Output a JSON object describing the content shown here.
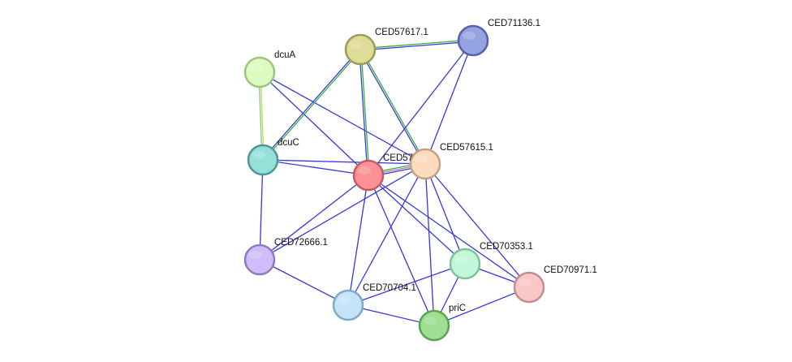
{
  "nodes": [
    {
      "id": "dcuA",
      "label": "dcuA",
      "fill": "#ddfbc0",
      "stroke": "#9dc47c"
    },
    {
      "id": "CED57617.1",
      "label": "CED57617.1",
      "fill": "#dedc96",
      "stroke": "#9e9a55"
    },
    {
      "id": "CED71136.1",
      "label": "CED71136.1",
      "fill": "#96a3e3",
      "stroke": "#5661a8"
    },
    {
      "id": "dcuC",
      "label": "dcuC",
      "fill": "#95e0d8",
      "stroke": "#4c9993"
    },
    {
      "id": "CED57_center",
      "label": "CED57",
      "fill": "#fb9196",
      "stroke": "#c35a5d"
    },
    {
      "id": "CED57615.1",
      "label": "CED57615.1",
      "fill": "#fcdcbc",
      "stroke": "#c6a17e"
    },
    {
      "id": "CED72666.1",
      "label": "CED72666.1",
      "fill": "#cfbcf8",
      "stroke": "#8e7cc0"
    },
    {
      "id": "CED70353.1",
      "label": "CED70353.1",
      "fill": "#c3f7d8",
      "stroke": "#7fc39b"
    },
    {
      "id": "CED70971.1",
      "label": "CED70971.1",
      "fill": "#f8c7c8",
      "stroke": "#c48b8c"
    },
    {
      "id": "CED70704.1",
      "label": "CED70704.1",
      "fill": "#c3e4f8",
      "stroke": "#7fa9c6"
    },
    {
      "id": "priC",
      "label": "priC",
      "fill": "#9edf93",
      "stroke": "#5ca351"
    }
  ],
  "edges": [
    {
      "source": "dcuA",
      "target": "dcuC",
      "colors": [
        "#c6d936",
        "#7ec5a8"
      ]
    },
    {
      "source": "dcuA",
      "target": "CED57_center",
      "colors": [
        "#3838e0"
      ]
    },
    {
      "source": "dcuA",
      "target": "CED57615.1",
      "colors": [
        "#3838e0"
      ]
    },
    {
      "source": "CED57617.1",
      "target": "CED71136.1",
      "colors": [
        "#34b334",
        "#3838e0"
      ]
    },
    {
      "source": "CED57617.1",
      "target": "dcuC",
      "colors": [
        "#34b334",
        "#3838e0"
      ]
    },
    {
      "source": "CED57617.1",
      "target": "CED57_center",
      "colors": [
        "#34b334",
        "#3838e0"
      ]
    },
    {
      "source": "CED57617.1",
      "target": "CED57615.1",
      "colors": [
        "#34b334",
        "#3838e0"
      ]
    },
    {
      "source": "CED71136.1",
      "target": "CED57_center",
      "colors": [
        "#3838e0"
      ]
    },
    {
      "source": "CED71136.1",
      "target": "CED57615.1",
      "colors": [
        "#3838e0"
      ]
    },
    {
      "source": "dcuC",
      "target": "CED57_center",
      "colors": [
        "#3838e0"
      ]
    },
    {
      "source": "dcuC",
      "target": "CED57615.1",
      "colors": [
        "#3838e0"
      ]
    },
    {
      "source": "dcuC",
      "target": "CED72666.1",
      "colors": [
        "#3838e0"
      ]
    },
    {
      "source": "CED57_center",
      "target": "CED57615.1",
      "colors": [
        "#34b334",
        "#c06bc0",
        "#3838e0"
      ]
    },
    {
      "source": "CED57_center",
      "target": "CED72666.1",
      "colors": [
        "#3838e0"
      ]
    },
    {
      "source": "CED57_center",
      "target": "CED70353.1",
      "colors": [
        "#3838e0"
      ]
    },
    {
      "source": "CED57_center",
      "target": "CED70971.1",
      "colors": [
        "#3838e0"
      ]
    },
    {
      "source": "CED57_center",
      "target": "CED70704.1",
      "colors": [
        "#3838e0"
      ]
    },
    {
      "source": "CED57_center",
      "target": "priC",
      "colors": [
        "#3838e0"
      ]
    },
    {
      "source": "CED57615.1",
      "target": "CED72666.1",
      "colors": [
        "#3838e0"
      ]
    },
    {
      "source": "CED57615.1",
      "target": "CED70353.1",
      "colors": [
        "#3838e0"
      ]
    },
    {
      "source": "CED57615.1",
      "target": "CED70971.1",
      "colors": [
        "#3838e0"
      ]
    },
    {
      "source": "CED57615.1",
      "target": "CED70704.1",
      "colors": [
        "#3838e0"
      ]
    },
    {
      "source": "CED57615.1",
      "target": "priC",
      "colors": [
        "#3838e0"
      ]
    },
    {
      "source": "CED72666.1",
      "target": "CED70704.1",
      "colors": [
        "#3838e0"
      ]
    },
    {
      "source": "CED70353.1",
      "target": "CED70971.1",
      "colors": [
        "#3838e0"
      ]
    },
    {
      "source": "CED70353.1",
      "target": "CED70704.1",
      "colors": [
        "#3838e0"
      ]
    },
    {
      "source": "CED70353.1",
      "target": "priC",
      "colors": [
        "#3838e0"
      ]
    },
    {
      "source": "CED70971.1",
      "target": "priC",
      "colors": [
        "#3838e0"
      ]
    },
    {
      "source": "CED70704.1",
      "target": "priC",
      "colors": [
        "#3838e0"
      ]
    }
  ]
}
